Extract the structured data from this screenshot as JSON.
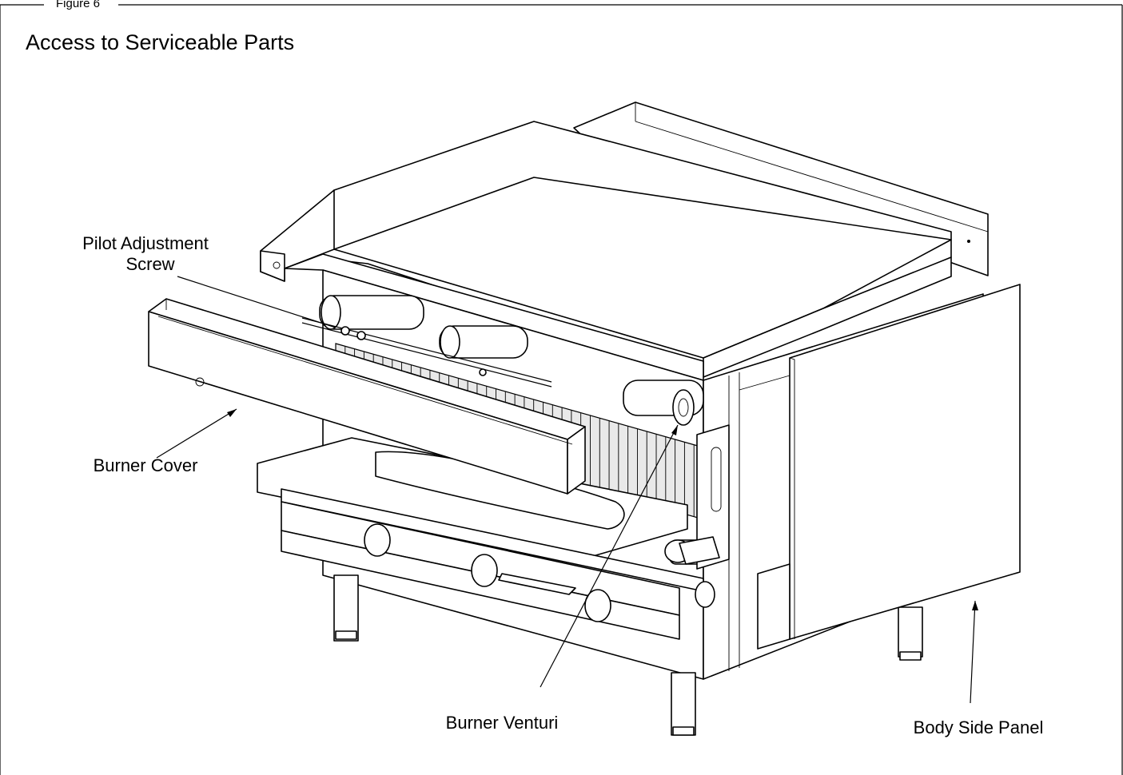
{
  "figure": {
    "caption": "Figure 6",
    "title": "Access to Serviceable Parts"
  },
  "callouts": {
    "pilot_adjustment_screw": {
      "line1": "Pilot Adjustment",
      "line2": "Screw"
    },
    "burner_cover": "Burner Cover",
    "burner_venturi": "Burner Venturi",
    "body_side_panel": "Body Side Panel"
  }
}
